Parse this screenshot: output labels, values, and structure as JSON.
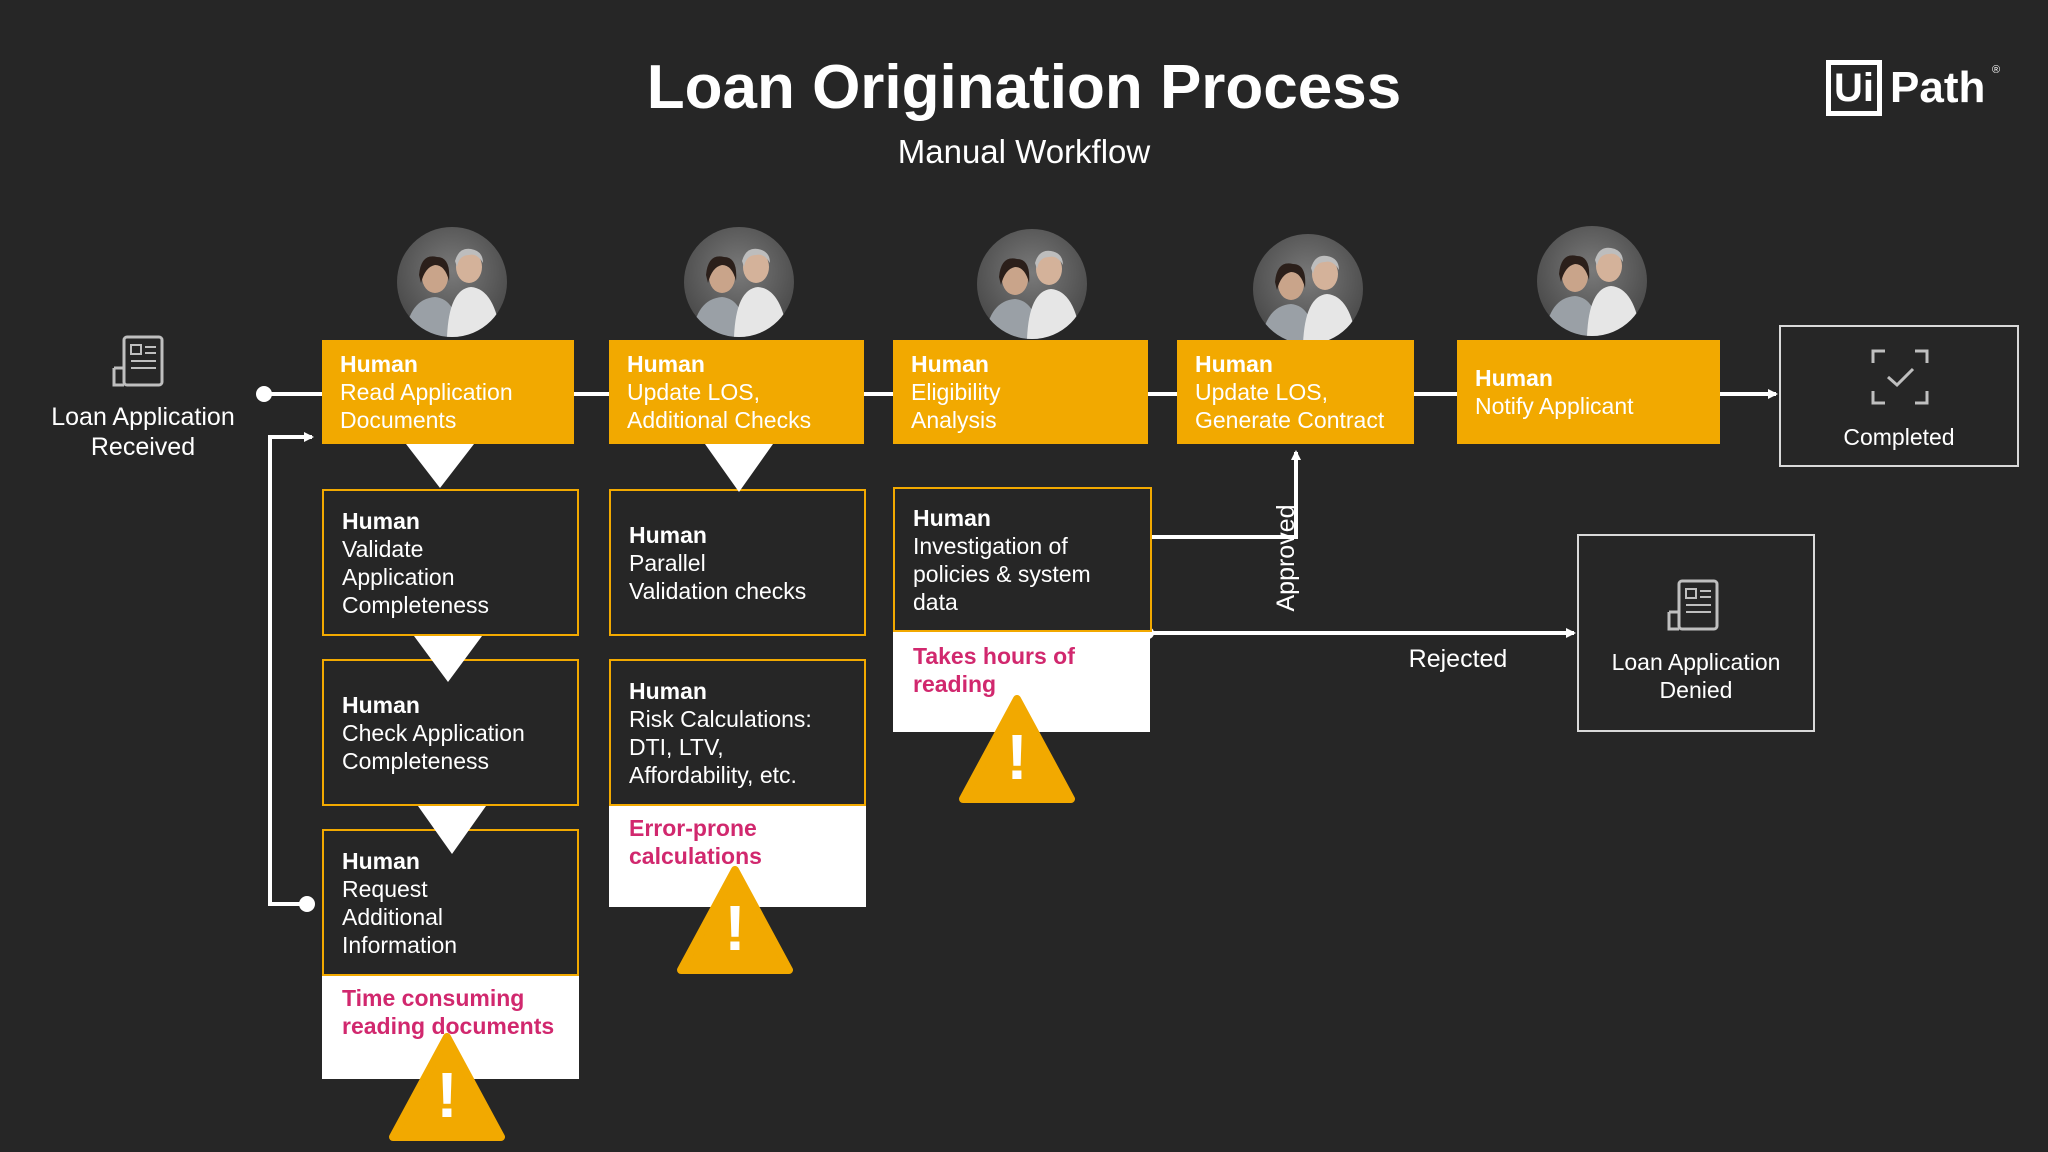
{
  "header": {
    "title": "Loan Origination Process",
    "subtitle": "Manual Workflow",
    "logo": {
      "box_text": "Ui",
      "rest_text": "Path",
      "reg": "®"
    }
  },
  "start": {
    "label_line1": "Loan Application",
    "label_line2": "Received",
    "icon": "document-icon"
  },
  "top_steps": [
    {
      "role": "Human",
      "line1": "Read Application",
      "line2": "Documents"
    },
    {
      "role": "Human",
      "line1": "Update LOS,",
      "line2": "Additional Checks"
    },
    {
      "role": "Human",
      "line1": "Eligibility",
      "line2": "Analysis"
    },
    {
      "role": "Human",
      "line1": "Update LOS,",
      "line2": "Generate Contract"
    },
    {
      "role": "Human",
      "line1": "Notify Applicant",
      "line2": ""
    }
  ],
  "col1": [
    {
      "role": "Human",
      "lines": [
        "Validate",
        "Application",
        "Completeness"
      ]
    },
    {
      "role": "Human",
      "lines": [
        "Check Application",
        "Completeness"
      ]
    },
    {
      "role": "Human",
      "lines": [
        "Request",
        "Additional",
        "Information"
      ]
    }
  ],
  "col1_warning": [
    "Time consuming",
    "reading documents"
  ],
  "col2": [
    {
      "role": "Human",
      "lines": [
        "Parallel",
        "Validation checks"
      ]
    },
    {
      "role": "Human",
      "lines": [
        "Risk Calculations:",
        "DTI, LTV,",
        "Affordability, etc."
      ]
    }
  ],
  "col2_warning": [
    "Error-prone",
    "calculations"
  ],
  "col3": {
    "role": "Human",
    "lines": [
      "Investigation of",
      "policies & system",
      "data"
    ]
  },
  "col3_warning": [
    "Takes hours of",
    "reading"
  ],
  "completed": {
    "label": "Completed",
    "icon": "scan-check-icon"
  },
  "denied": {
    "line1": "Loan Application",
    "line2": "Denied",
    "icon": "document-icon"
  },
  "edges": {
    "approved": "Approved",
    "rejected": "Rejected"
  },
  "warning_symbol": "!",
  "colors": {
    "accent": "#f2a900",
    "warning_text": "#d1286e",
    "background": "#262626"
  }
}
